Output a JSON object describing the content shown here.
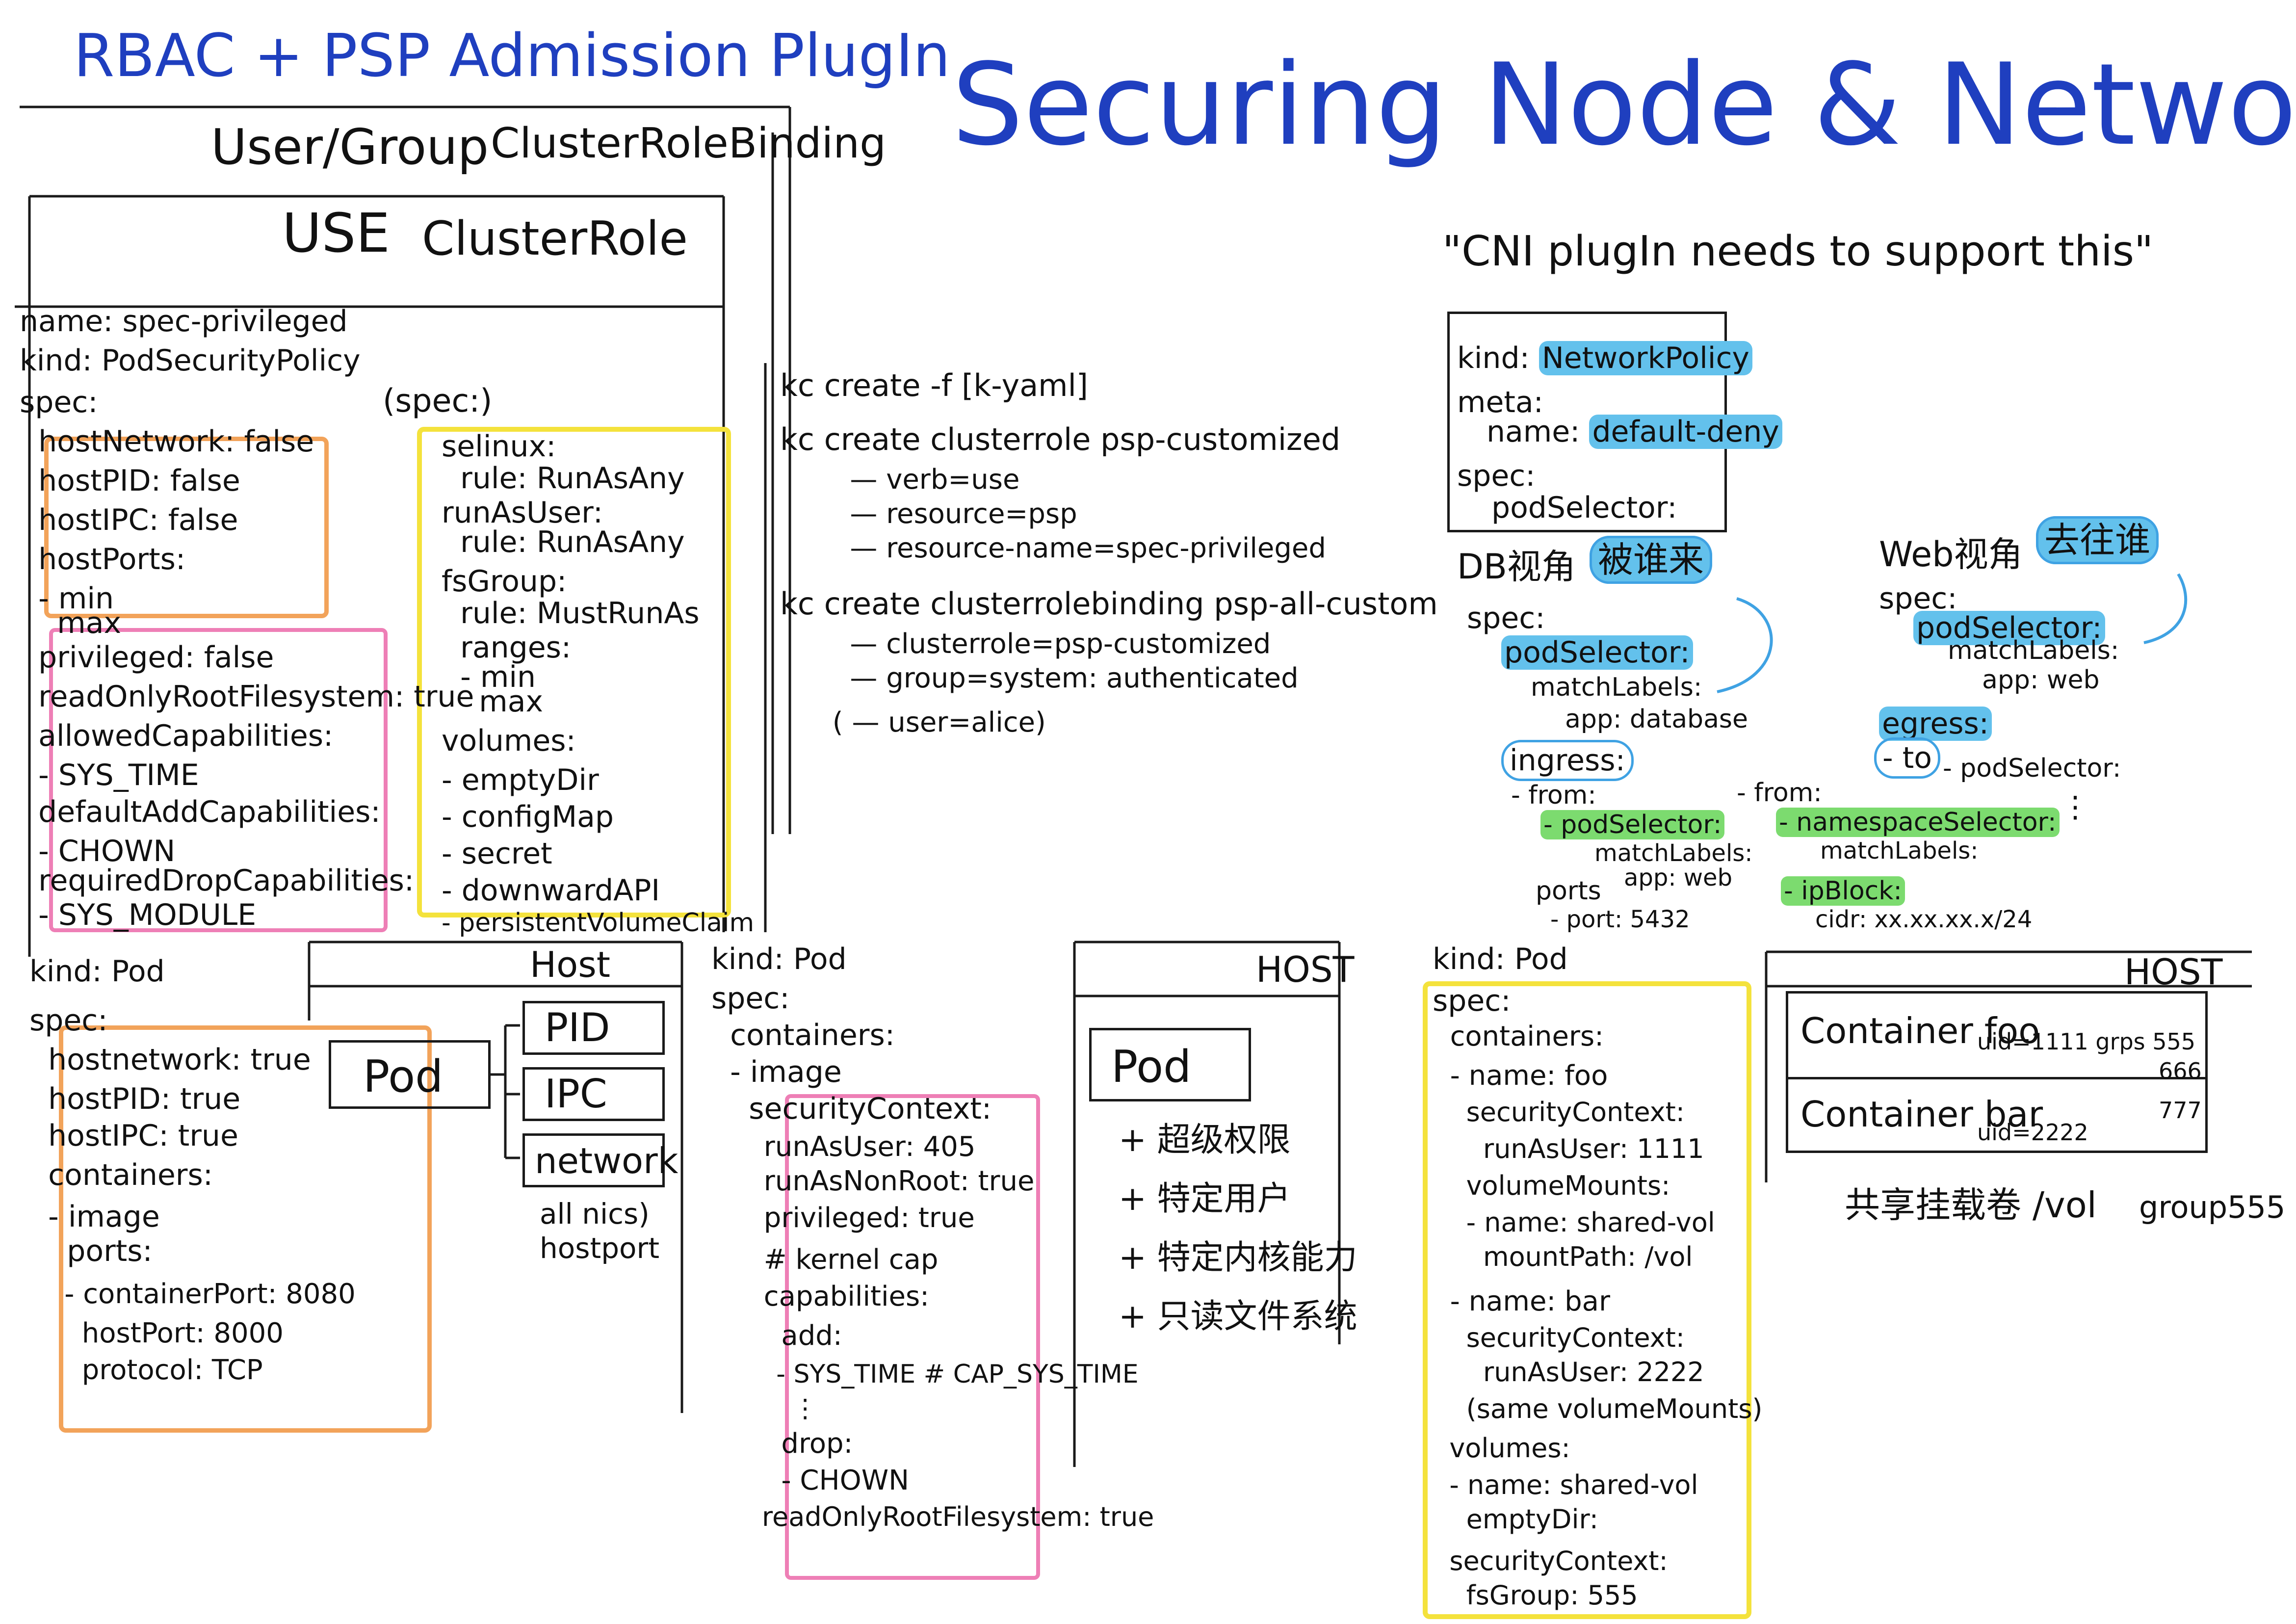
{
  "header": {
    "rbac_title": "RBAC + PSP Admission PlugIn",
    "main_title": "Securing Node & Network",
    "cni_note": "\"CNI plugIn needs to support this\""
  },
  "rbac": {
    "user_group": "User/Group",
    "crb": "ClusterRoleBinding",
    "use": "USE",
    "cluster_role": "ClusterRole"
  },
  "psp": {
    "lines": [
      "name: spec-privileged",
      "kind: PodSecurityPolicy",
      "spec:",
      "  hostNetwork: false",
      "  hostPID: false",
      "  hostIPC: false",
      "  hostPorts:",
      "  - min",
      "    max",
      "  privileged: false",
      "  readOnlyRootFilesystem: true",
      "  allowedCapabilities:",
      "  - SYS_TIME",
      "  defaultAddCapabilities:",
      "  - CHOWN",
      "  requiredDropCapabilities:",
      "  - SYS_MODULE"
    ],
    "spec2_label": "(spec:)",
    "spec2_lines": [
      "selinux:",
      "  rule: RunAsAny",
      "runAsUser:",
      "  rule: RunAsAny",
      "fsGroup:",
      "  rule: MustRunAs",
      "  ranges:",
      "  - min",
      "    max",
      "volumes:",
      "- emptyDir",
      "- configMap",
      "- secret",
      "- downwardAPI",
      "- persistentVolumeClaim"
    ]
  },
  "kc": {
    "lines": [
      "kc create -f [k-yaml]",
      "kc create clusterrole psp-customized",
      "        — verb=use",
      "        — resource=psp",
      "        — resource-name=spec-privileged",
      "kc create clusterrolebinding psp-all-custom",
      "        — clusterrole=psp-customized",
      "        — group=system: authenticated",
      "      ( — user=alice)"
    ]
  },
  "pod1": {
    "lines": [
      "kind: Pod",
      "spec:",
      "  hostnetwork: true",
      "  hostPID: true",
      "  hostIPC: true",
      "  containers:",
      "  - image",
      "    ports:",
      "    - containerPort: 8080",
      "      hostPort: 8000",
      "      protocol: TCP"
    ],
    "host": "Host",
    "pod": "Pod",
    "pid": "PID",
    "ipc": "IPC",
    "network": "network",
    "note1": "all nics)",
    "note2": "hostport"
  },
  "pod2": {
    "lines": [
      "kind: Pod",
      "spec:",
      "  containers:",
      "  - image",
      "    securityContext:",
      "      runAsUser: 405",
      "      runAsNonRoot: true",
      "      privileged: true",
      "      # kernel cap",
      "      capabilities:",
      "        add:",
      "        - SYS_TIME # CAP_SYS_TIME",
      "          ⋮",
      "        drop:",
      "        - CHOWN",
      "      readOnlyRootFilesystem: true"
    ],
    "host": "HOST",
    "pod": "Pod",
    "items": [
      "+ 超级权限",
      "+ 特定用户",
      "+ 特定内核能力",
      "+ 只读文件系统"
    ]
  },
  "netpol": {
    "kind_key": "kind:",
    "kind_val": "NetworkPolicy",
    "meta": "meta:",
    "name_key": "name:",
    "name_val": "default-deny",
    "spec": "spec:",
    "podsel": "podSelector:",
    "db_label": "DB视角",
    "db_tag": "被谁来",
    "web_label": "Web视角",
    "web_tag": "去往谁",
    "db_lines_spec": "spec:",
    "db_podsel": "podSelector:",
    "db_match": "matchLabels:",
    "db_app": "app: database",
    "ingress": "ingress:",
    "from": "- from:",
    "from_podsel": "- podSelector:",
    "from_match": "matchLabels:",
    "from_app": "app: web",
    "ports": "ports",
    "port": "- port: 5432",
    "from2": "- from:",
    "ns_sel": "- namespaceSelector:",
    "ns_match": "matchLabels:",
    "ipblock": "- ipBlock:",
    "cidr": "cidr: xx.xx.xx.x/24",
    "web_spec": "spec:",
    "web_podsel": "podSelector:",
    "web_match": "matchLabels:",
    "web_app": "app: web",
    "egress": "egress:",
    "to": "- to",
    "to_podsel": "- podSelector:",
    "dots": "⋮"
  },
  "pod3": {
    "lines": [
      "kind: Pod",
      "spec:",
      "  containers:",
      "  - name: foo",
      "    securityContext:",
      "      runAsUser: 1111",
      "    volumeMounts:",
      "    - name: shared-vol",
      "      mountPath: /vol",
      "",
      "  - name: bar",
      "    securityContext:",
      "      runAsUser: 2222",
      "    (same volumeMounts)",
      "  volumes:",
      "  - name: shared-vol",
      "    emptyDir:",
      "  securityContext:",
      "    fsGroup: 555"
    ],
    "host": "HOST",
    "foo": "Container foo",
    "foo_uid": "uid=1111 grps 555",
    "n666": "666",
    "n777": "777",
    "bar": "Container bar",
    "bar_uid": "uid=2222",
    "shared": "共享挂载卷 /vol",
    "group": "group555"
  },
  "colors": {
    "ink": "#111111",
    "title_blue": "#1f3fbf",
    "orange": "#f2a35a",
    "pink": "#ee7fb6",
    "yellow": "#f4e23c",
    "hl_blue": "#63c1ec",
    "hl_green": "#7cdb6f"
  }
}
